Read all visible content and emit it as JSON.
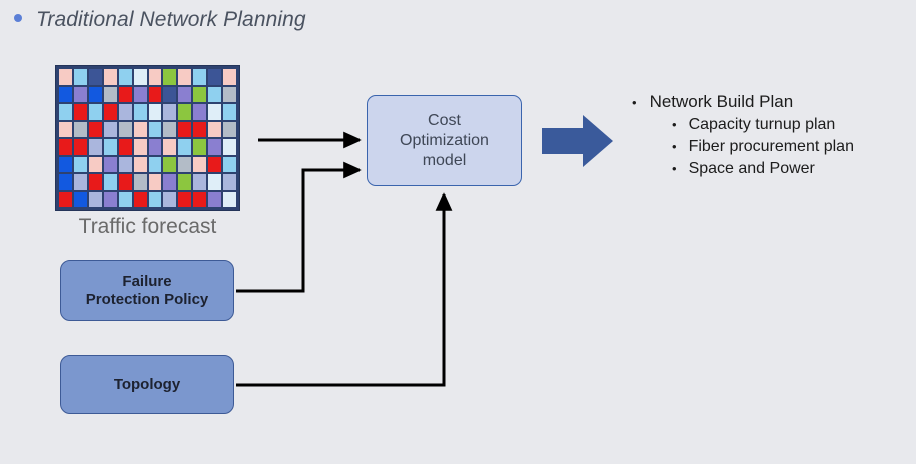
{
  "slide": {
    "title": "Traditional Network Planning",
    "bullet_color": "#5b7fd6",
    "background_color": "#e8e9ed"
  },
  "traffic_forecast": {
    "label": "Traffic forecast",
    "grid": {
      "columns": 12,
      "rows": 8,
      "background_color": "#2e4270",
      "palette": {
        "pink": "#f7cbc4",
        "lightblue": "#8fd0ef",
        "navy": "#3c5596",
        "paleblue": "#dfeef8",
        "green": "#8cc63f",
        "blue": "#1259e0",
        "purple": "#8a7fd0",
        "gray": "#b3bcc7",
        "red": "#e81a1a",
        "periwinkle": "#aab6dd"
      },
      "cells": [
        [
          "pink",
          "lightblue",
          "navy",
          "pink",
          "lightblue",
          "paleblue",
          "pink",
          "green",
          "pink",
          "lightblue",
          "navy",
          "pink"
        ],
        [
          "blue",
          "purple",
          "blue",
          "gray",
          "red",
          "purple",
          "red",
          "navy",
          "purple",
          "green",
          "lightblue",
          "gray"
        ],
        [
          "lightblue",
          "red",
          "lightblue",
          "red",
          "periwinkle",
          "lightblue",
          "paleblue",
          "periwinkle",
          "green",
          "purple",
          "paleblue",
          "lightblue"
        ],
        [
          "pink",
          "gray",
          "red",
          "periwinkle",
          "gray",
          "pink",
          "lightblue",
          "gray",
          "red",
          "red",
          "pink",
          "gray"
        ],
        [
          "red",
          "red",
          "periwinkle",
          "lightblue",
          "red",
          "pink",
          "purple",
          "pink",
          "lightblue",
          "green",
          "purple",
          "paleblue"
        ],
        [
          "blue",
          "lightblue",
          "pink",
          "purple",
          "periwinkle",
          "pink",
          "lightblue",
          "green",
          "gray",
          "pink",
          "red",
          "lightblue"
        ],
        [
          "blue",
          "periwinkle",
          "red",
          "lightblue",
          "red",
          "gray",
          "pink",
          "purple",
          "green",
          "periwinkle",
          "paleblue",
          "periwinkle"
        ],
        [
          "red",
          "blue",
          "periwinkle",
          "purple",
          "lightblue",
          "red",
          "lightblue",
          "periwinkle",
          "red",
          "red",
          "purple",
          "paleblue"
        ]
      ]
    }
  },
  "inputs": {
    "failure_protection_policy": "Failure\nProtection Policy",
    "failure_protection_policy_line1": "Failure",
    "failure_protection_policy_line2": "Protection Policy",
    "topology": "Topology"
  },
  "model": {
    "line1": "Cost",
    "line2": "Optimization",
    "line3": "model",
    "fill_color": "#ccd5ed",
    "border_color": "#3a64ad"
  },
  "flow_arrow": {
    "color": "#3a5a9b",
    "direction": "right"
  },
  "output": {
    "heading": "Network Build Plan",
    "bullet_glyph": "•",
    "items": [
      "Capacity turnup plan",
      "Fiber procurement plan",
      "Space and Power"
    ]
  }
}
